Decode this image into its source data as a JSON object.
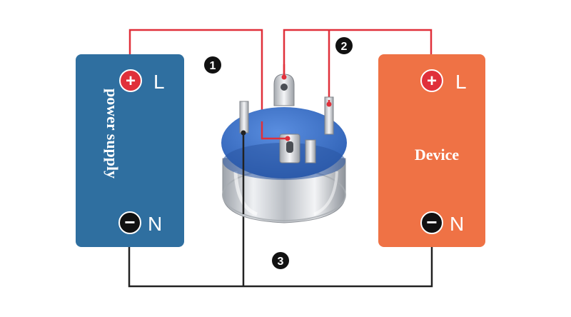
{
  "power_supply": {
    "label": "power supply",
    "color": "#2f6fa0",
    "positive_symbol": "+",
    "positive_letter": "L",
    "negative_symbol": "−",
    "negative_letter": "N"
  },
  "device": {
    "label": "Device",
    "color": "#ef7245",
    "positive_symbol": "+",
    "positive_letter": "L",
    "negative_symbol": "−",
    "negative_letter": "N"
  },
  "markers": [
    "1",
    "2",
    "3"
  ],
  "colors": {
    "wire_positive": "#e0303a",
    "wire_negative": "#222222",
    "plus_circle": "#e0303a",
    "minus_circle": "#111111",
    "switch_cap": "#3a6fc4",
    "switch_body": "#c9ccd2"
  }
}
